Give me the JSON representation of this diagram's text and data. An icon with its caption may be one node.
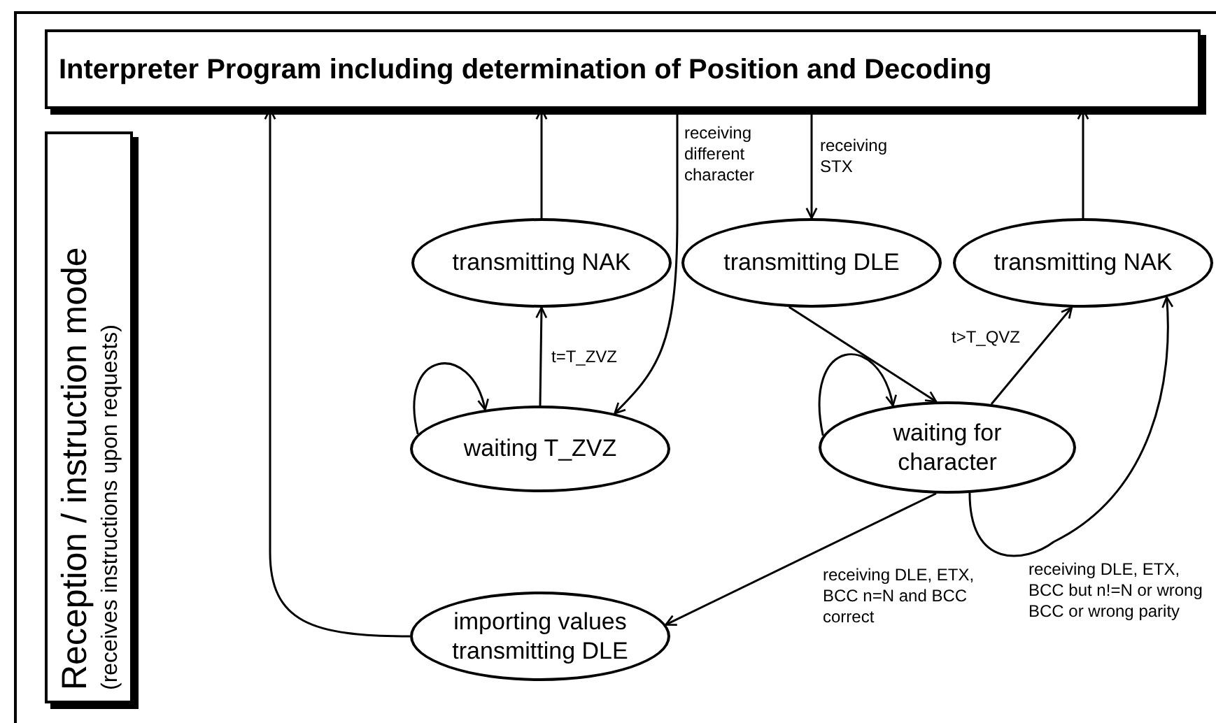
{
  "diagram": {
    "nodes": [
      {
        "text": [
          "Interpreter Program including determination of Position and Decoding"
        ]
      },
      {
        "text": [
          "Reception / instruction mode",
          "(receives instructions upon requests)"
        ]
      },
      {
        "text": [
          "transmitting NAK"
        ]
      },
      {
        "text": [
          "transmitting DLE"
        ]
      },
      {
        "text": [
          "transmitting NAK"
        ]
      },
      {
        "text": [
          "waiting T_ZVZ"
        ]
      },
      {
        "text": [
          "waiting for character"
        ]
      },
      {
        "text": [
          "importing values transmitting DLE"
        ]
      }
    ],
    "edges": [
      {
        "from": 7,
        "to": 0,
        "arrow": "to"
      },
      {
        "from": 2,
        "to": 0,
        "arrow": "to"
      },
      {
        "from": 0,
        "to": 5,
        "arrow": "to",
        "label": "receiving different character"
      },
      {
        "from": 0,
        "to": 3,
        "arrow": "to",
        "label": "receiving STX"
      },
      {
        "from": 4,
        "to": 0,
        "arrow": "to"
      },
      {
        "from": 5,
        "to": 2,
        "arrow": "to",
        "label": "t=T_ZVZ"
      },
      {
        "from": 5,
        "to": 5,
        "arrow": "to"
      },
      {
        "from": 3,
        "to": 6,
        "arrow": "to"
      },
      {
        "from": 6,
        "to": 6,
        "arrow": "to"
      },
      {
        "from": 6,
        "to": 4,
        "arrow": "to",
        "label": "t>T_QVZ"
      },
      {
        "from": 6,
        "to": 7,
        "arrow": "to",
        "label": "receiving DLE, ETX, BCC n=N and BCC correct"
      },
      {
        "from": 6,
        "to": 4,
        "arrow": "to",
        "label": "receiving DLE, ETX, BCC but n!=N or wrong BCC or wrong parity"
      }
    ]
  }
}
